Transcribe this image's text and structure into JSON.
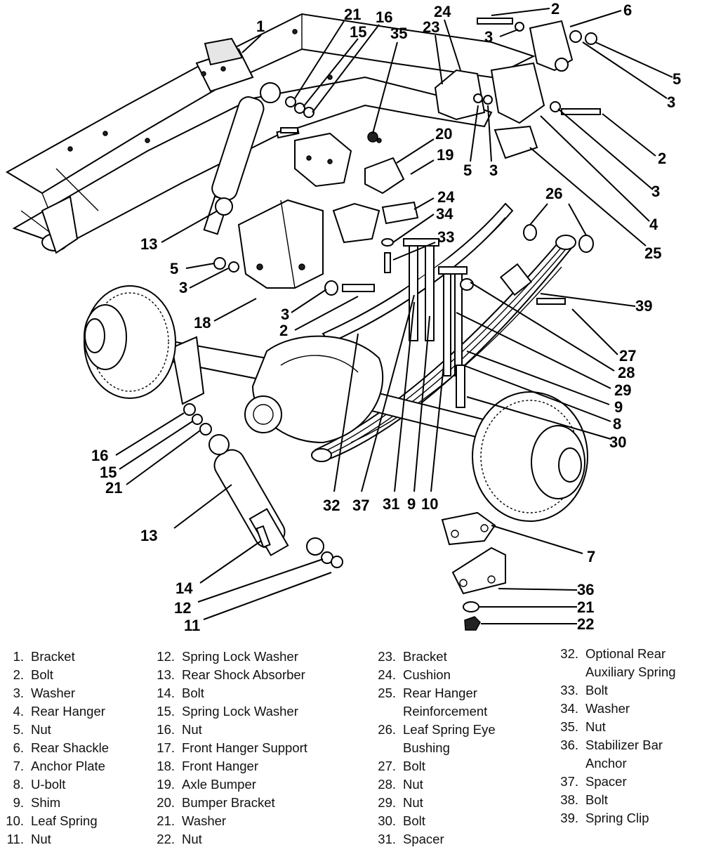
{
  "callouts": [
    {
      "n": "1"
    },
    {
      "n": "21"
    },
    {
      "n": "16"
    },
    {
      "n": "15"
    },
    {
      "n": "35"
    },
    {
      "n": "24"
    },
    {
      "n": "23"
    },
    {
      "n": "2"
    },
    {
      "n": "6"
    },
    {
      "n": "3"
    },
    {
      "n": "5"
    },
    {
      "n": "3"
    },
    {
      "n": "5"
    },
    {
      "n": "3"
    },
    {
      "n": "20"
    },
    {
      "n": "19"
    },
    {
      "n": "2"
    },
    {
      "n": "3"
    },
    {
      "n": "24"
    },
    {
      "n": "34"
    },
    {
      "n": "26"
    },
    {
      "n": "4"
    },
    {
      "n": "25"
    },
    {
      "n": "33"
    },
    {
      "n": "13"
    },
    {
      "n": "5"
    },
    {
      "n": "3"
    },
    {
      "n": "3"
    },
    {
      "n": "2"
    },
    {
      "n": "18"
    },
    {
      "n": "39"
    },
    {
      "n": "27"
    },
    {
      "n": "28"
    },
    {
      "n": "29"
    },
    {
      "n": "9"
    },
    {
      "n": "8"
    },
    {
      "n": "30"
    },
    {
      "n": "16"
    },
    {
      "n": "15"
    },
    {
      "n": "21"
    },
    {
      "n": "32"
    },
    {
      "n": "37"
    },
    {
      "n": "31"
    },
    {
      "n": "9"
    },
    {
      "n": "10"
    },
    {
      "n": "13"
    },
    {
      "n": "7"
    },
    {
      "n": "14"
    },
    {
      "n": "36"
    },
    {
      "n": "12"
    },
    {
      "n": "21"
    },
    {
      "n": "22"
    },
    {
      "n": "11"
    }
  ],
  "legend": {
    "col1": [
      {
        "num": "1.",
        "label": "Bracket"
      },
      {
        "num": "2.",
        "label": "Bolt"
      },
      {
        "num": "3.",
        "label": "Washer"
      },
      {
        "num": "4.",
        "label": "Rear Hanger"
      },
      {
        "num": "5.",
        "label": "Nut"
      },
      {
        "num": "6.",
        "label": "Rear Shackle"
      },
      {
        "num": "7.",
        "label": "Anchor Plate"
      },
      {
        "num": "8.",
        "label": "U-bolt"
      },
      {
        "num": "9.",
        "label": "Shim"
      },
      {
        "num": "10.",
        "label": "Leaf Spring"
      },
      {
        "num": "11.",
        "label": "Nut"
      }
    ],
    "col2": [
      {
        "num": "12.",
        "label": "Spring Lock Washer"
      },
      {
        "num": "13.",
        "label": "Rear Shock Absorber"
      },
      {
        "num": "14.",
        "label": "Bolt"
      },
      {
        "num": "15.",
        "label": "Spring Lock Washer"
      },
      {
        "num": "16.",
        "label": "Nut"
      },
      {
        "num": "17.",
        "label": "Front Hanger Support"
      },
      {
        "num": "18.",
        "label": "Front Hanger"
      },
      {
        "num": "19.",
        "label": "Axle Bumper"
      },
      {
        "num": "20.",
        "label": "Bumper Bracket"
      },
      {
        "num": "21.",
        "label": "Washer"
      },
      {
        "num": "22.",
        "label": "Nut"
      }
    ],
    "col3": [
      {
        "num": "23.",
        "label": "Bracket"
      },
      {
        "num": "24.",
        "label": "Cushion"
      },
      {
        "num": "25.",
        "label": "Rear Hanger"
      },
      {
        "num": "",
        "label": "Reinforcement"
      },
      {
        "num": "26.",
        "label": "Leaf Spring Eye"
      },
      {
        "num": "",
        "label": "Bushing"
      },
      {
        "num": "27.",
        "label": "Bolt"
      },
      {
        "num": "28.",
        "label": "Nut"
      },
      {
        "num": "29.",
        "label": "Nut"
      },
      {
        "num": "30.",
        "label": "Bolt"
      },
      {
        "num": "31.",
        "label": "Spacer"
      }
    ],
    "col4": [
      {
        "num": "32.",
        "label": "Optional Rear"
      },
      {
        "num": "",
        "label": "Auxiliary Spring"
      },
      {
        "num": "33.",
        "label": "Bolt"
      },
      {
        "num": "34.",
        "label": "Washer"
      },
      {
        "num": "35.",
        "label": "Nut"
      },
      {
        "num": "36.",
        "label": "Stabilizer Bar"
      },
      {
        "num": "",
        "label": "Anchor"
      },
      {
        "num": "37.",
        "label": "Spacer"
      },
      {
        "num": "38.",
        "label": "Bolt"
      },
      {
        "num": "39.",
        "label": "Spring Clip"
      }
    ]
  }
}
